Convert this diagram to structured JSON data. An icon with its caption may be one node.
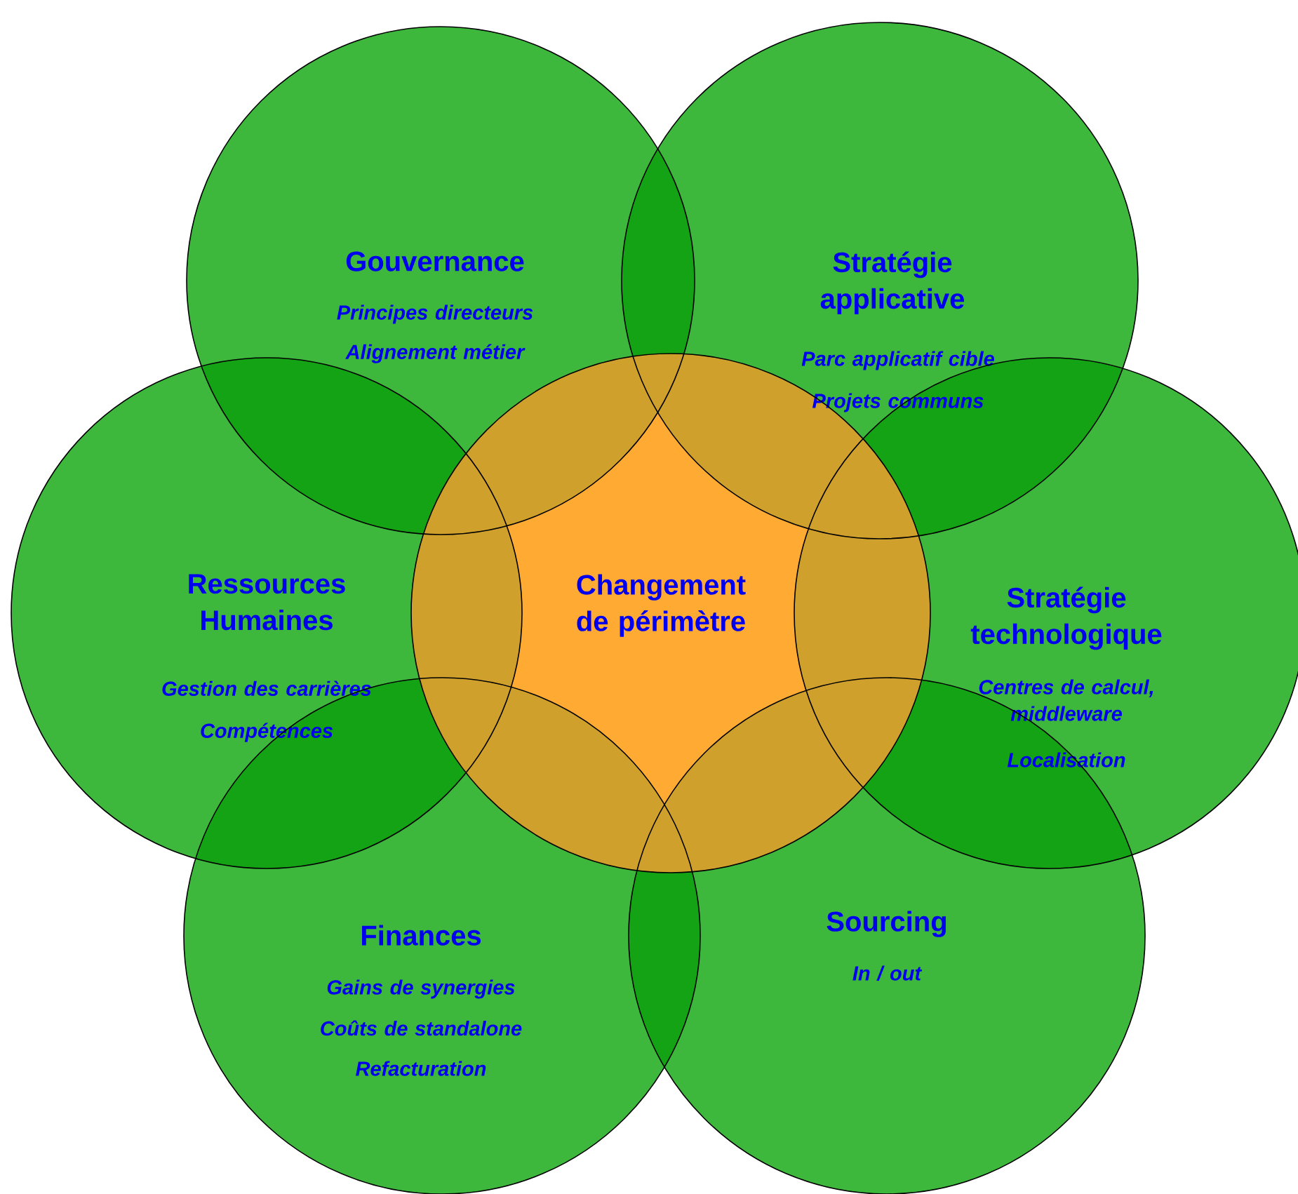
{
  "diagram": {
    "nodes": [
      {
        "text": [
          "Gouvernance",
          "Principes directeurs",
          "Alignement métier"
        ]
      },
      {
        "text": [
          "Stratégie applicative",
          "Parc applicatif cible",
          "Projets communs"
        ]
      },
      {
        "text": [
          "Ressources Humaines",
          "Gestion des carrières",
          "Compétences"
        ]
      },
      {
        "text": [
          "Changement de périmètre"
        ]
      },
      {
        "text": [
          "Stratégie technologique",
          "Centres de calcul, middleware",
          "Localisation"
        ]
      },
      {
        "text": [
          "Finances",
          "Gains de synergies",
          "Coûts de standalone",
          "Refacturation"
        ]
      },
      {
        "text": [
          "Sourcing",
          "In / out"
        ]
      }
    ]
  }
}
